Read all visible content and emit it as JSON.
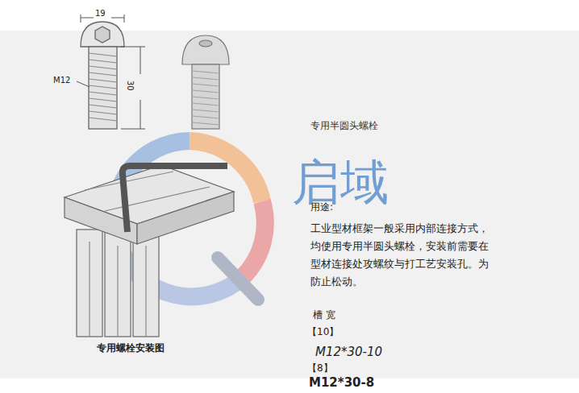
{
  "diagram": {
    "title": "专用半圆头螺栓",
    "labels": [
      "19",
      "M12",
      "30",
      "专用螺栓安装图",
      "启域",
      "用途:",
      "工业型材框架一般采用内部连接方式，均使用专用半圆头螺栓，安装前需要在型材连接处攻螺纹与打工艺安装孔。为防止松动。",
      "槽 宽",
      "【10】",
      "M12*30-10",
      "【8】",
      "M12*30-8"
    ]
  }
}
